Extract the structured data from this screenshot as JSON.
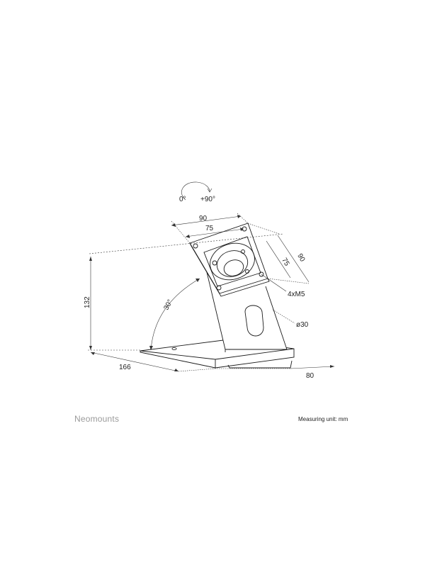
{
  "brand": "Neomounts",
  "unit_note": "Measuring unit: mm",
  "rotation": {
    "from": "0°",
    "to": "+90°"
  },
  "dimensions": {
    "plate_outer_width": "90",
    "plate_inner_width": "75",
    "plate_inner_height": "75",
    "plate_outer_height": "90",
    "screws": "4xM5",
    "angle": "30°",
    "height": "132",
    "base_depth": "166",
    "base_width": "80",
    "hole_diameter": "ø30"
  }
}
